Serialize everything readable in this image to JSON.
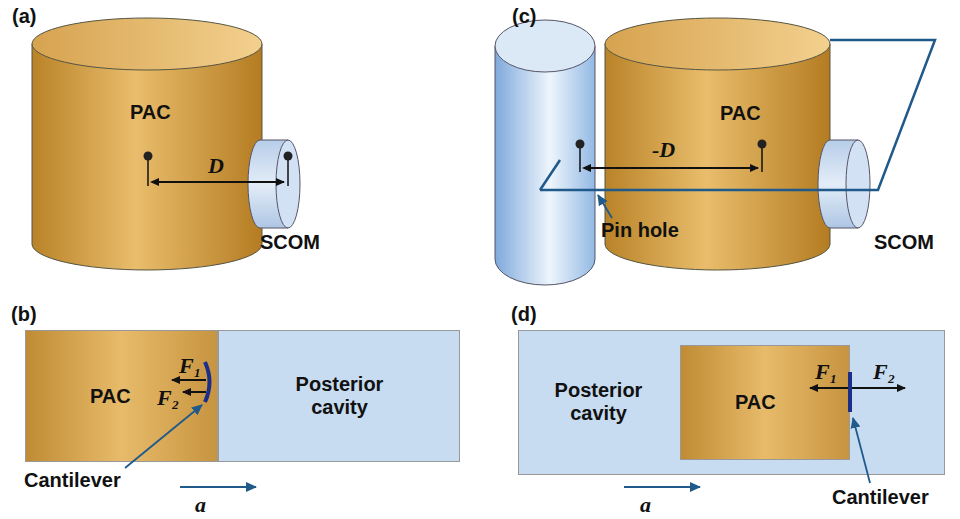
{
  "diagram": {
    "nodes": [
      {
        "text": [
          "PAC"
        ]
      },
      {
        "text": [
          "SCOM"
        ]
      },
      {
        "text": [
          "PAC"
        ]
      },
      {
        "text": [
          "Posterior cavity"
        ]
      },
      {
        "text": [
          "PAC"
        ]
      },
      {
        "text": [
          "SCOM"
        ]
      },
      {
        "text": [
          "Posterior cavity"
        ]
      },
      {
        "text": [
          "PAC"
        ],
        "in": 6
      }
    ],
    "labels": [
      "(a)",
      "D",
      "(b)",
      "F₁",
      "F₂",
      "Cantilever",
      "a",
      "(c)",
      "-D",
      "Pin hole",
      "(d)",
      "F₁",
      "F₂",
      "Cantilever",
      "a"
    ]
  }
}
